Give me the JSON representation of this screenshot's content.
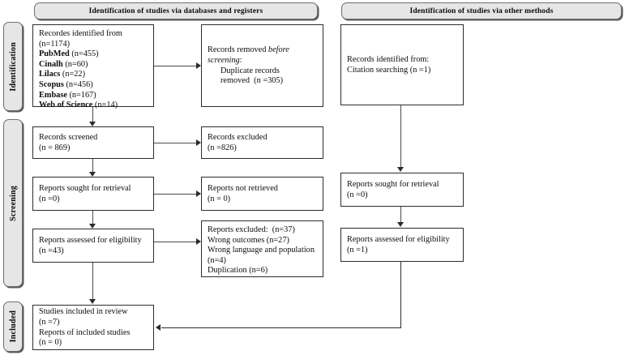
{
  "diagram": {
    "type": "prisma-flow-diagram",
    "headers": [
      {
        "id": "databases",
        "label": "Identification of studies via databases and registers"
      },
      {
        "id": "other",
        "label": "Identification of studies via other methods"
      }
    ],
    "stages": [
      {
        "id": "identification",
        "label": "Identification"
      },
      {
        "id": "screening",
        "label": "Screening"
      },
      {
        "id": "included",
        "label": "Included"
      }
    ],
    "boxes": {
      "records_identified": {
        "name": "records-identified-from",
        "lines": [
          {
            "text": "Recordes identified from",
            "style": "normal"
          },
          {
            "text": "(n=1174)",
            "style": "normal"
          },
          {
            "text": "PubMed",
            "suffix": " (n=455)",
            "style": "bold-label"
          },
          {
            "text": "Cinalh",
            "suffix": " (n=60)",
            "style": "bold-label"
          },
          {
            "text": "Lilacs",
            "suffix": " (n=22)",
            "style": "bold-label"
          },
          {
            "text": "Scopus",
            "suffix": " (n=456)",
            "style": "bold-label"
          },
          {
            "text": "Embase",
            "suffix": " (n=167)",
            "style": "bold-label"
          },
          {
            "text": "Web of Science",
            "suffix": " (n=14)",
            "style": "bold-label"
          }
        ]
      },
      "records_removed": {
        "name": "records-removed-before-screening",
        "line1_a": "Records removed ",
        "line1_b": "before",
        "line2_a": "screening",
        "line2_b": ":",
        "line3": "Duplicate records",
        "line4": "removed  (n =305)"
      },
      "records_identified_other": {
        "name": "records-identified-citation-searching",
        "line1": "Records identified from:",
        "line2": "Citation searching (n =1)"
      },
      "records_screened": {
        "name": "records-screened",
        "line1": "Records screened",
        "line2": "(n = 869)"
      },
      "records_excluded": {
        "name": "records-excluded",
        "line1": "Records excluded",
        "line2": "(n =826)"
      },
      "reports_sought_left": {
        "name": "reports-sought-for-retrieval",
        "line1": "Reports sought for retrieval",
        "line2": "(n =0)"
      },
      "reports_not_retrieved": {
        "name": "reports-not-retrieved",
        "line1": "Reports not retrieved",
        "line2": "(n = 0)"
      },
      "reports_sought_right": {
        "name": "reports-sought-for-retrieval-other",
        "line1": "Reports sought for retrieval",
        "line2": "(n =0)"
      },
      "reports_assessed_left": {
        "name": "reports-assessed-for-eligibility",
        "line1": "Reports assessed for eligibility",
        "line2": "(n =43)"
      },
      "reports_excluded": {
        "name": "reports-excluded-with-reasons",
        "line1": "Reports excluded:  (n=37)",
        "line2": "Wrong outcomes (n=27)",
        "line3": "Wrong language and population",
        "line4": "(n=4)",
        "line5": "Duplication (n=6)"
      },
      "reports_assessed_right": {
        "name": "reports-assessed-for-eligibility-other",
        "line1": "Reports assessed for eligibility",
        "line2": "(n =1)"
      },
      "studies_included": {
        "name": "studies-included-in-review",
        "line1": "Studies included in review",
        "line2": "(n =7)",
        "line3": "Reports of included studies",
        "line4": "(n = 0)"
      }
    },
    "colors": {
      "banner_fill": "#e6e6e6",
      "banner_border": "#6f6f6f",
      "box_border": "#2c2c2c",
      "connector": "#4a4a4a",
      "background": "#ffffff",
      "text": "#0d0d0d"
    }
  }
}
